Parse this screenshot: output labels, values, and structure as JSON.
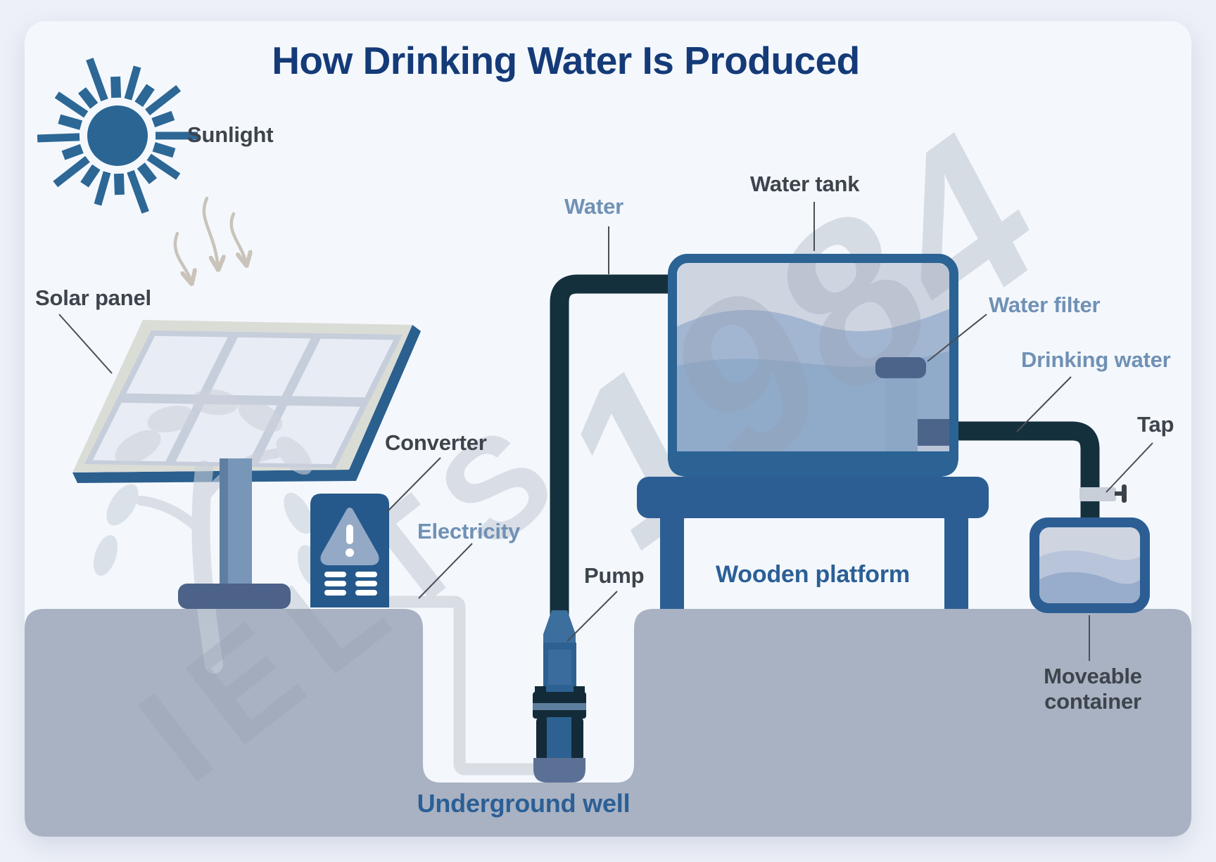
{
  "title": "How Drinking Water Is Produced",
  "watermark": {
    "brand": "IELTS",
    "year": "1984"
  },
  "labels": {
    "sunlight": "Sunlight",
    "solar_panel": "Solar panel",
    "converter": "Converter",
    "electricity": "Electricity",
    "water": "Water",
    "water_tank": "Water tank",
    "water_filter": "Water filter",
    "drinking_water": "Drinking water",
    "tap": "Tap",
    "pump": "Pump",
    "wooden_platform": "Wooden platform",
    "underground_well": "Underground well",
    "moveable_container": "Moveable container"
  },
  "colors": {
    "title_navy": "#143a78",
    "label_gray": "#3d444c",
    "label_steel_blue": "#7091b4",
    "label_medium_blue": "#2b5f96",
    "pipe_dark": "#15303d",
    "tank_border_blue": "#2a6394",
    "platform_blue": "#2c5e94",
    "ground_gray": "#a9b2c2",
    "sun_blue": "#2b6594",
    "cable_gray": "#d9dde4",
    "water_wave": "#8ea8c9",
    "card_bg": "#f4f8fd"
  }
}
